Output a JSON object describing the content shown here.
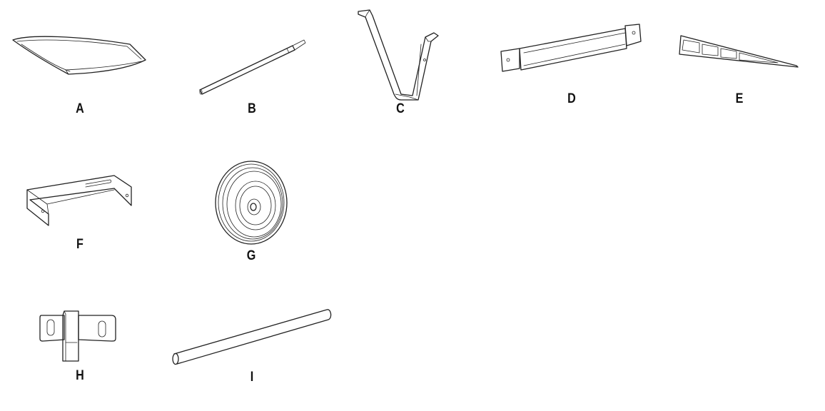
{
  "parts": {
    "A": {
      "label": "A",
      "icon": "wheelbarrow-tray-icon"
    },
    "B": {
      "label": "B",
      "icon": "axle-rod-icon"
    },
    "C": {
      "label": "C",
      "icon": "v-brace-icon"
    },
    "D": {
      "label": "D",
      "icon": "handle-bar-icon"
    },
    "E": {
      "label": "E",
      "icon": "support-leg-icon"
    },
    "F": {
      "label": "F",
      "icon": "u-bracket-icon"
    },
    "G": {
      "label": "G",
      "icon": "wheel-icon"
    },
    "H": {
      "label": "H",
      "icon": "axle-mount-bracket-icon"
    },
    "I": {
      "label": "I",
      "icon": "tube-icon"
    }
  }
}
